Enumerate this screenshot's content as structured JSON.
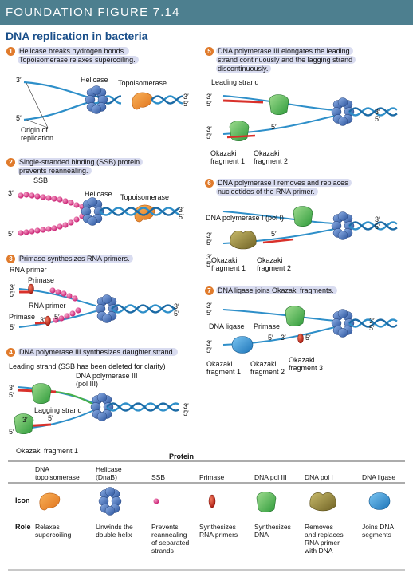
{
  "header": {
    "banner": "FOUNDATION FIGURE 7.14",
    "title": "DNA replication in bacteria"
  },
  "steps": [
    {
      "num": "1",
      "lines": [
        "Helicase breaks hydrogen bonds.",
        "Topoisomerase relaxes supercoiling."
      ]
    },
    {
      "num": "2",
      "lines": [
        "Single-stranded binding (SSB) protein",
        "prevents reannealing."
      ]
    },
    {
      "num": "3",
      "lines": [
        "Primase synthesizes RNA primers."
      ]
    },
    {
      "num": "4",
      "lines": [
        "DNA polymerase III synthesizes daughter strand."
      ]
    },
    {
      "num": "5",
      "lines": [
        "DNA polymerase III elongates the leading",
        "strand continuously and the lagging strand",
        "discontinuously."
      ]
    },
    {
      "num": "6",
      "lines": [
        "DNA polymerase I removes and replaces",
        "nucleotides of the RNA primer."
      ]
    },
    {
      "num": "7",
      "lines": [
        "DNA ligase joins Okazaki fragments."
      ]
    }
  ],
  "labels": {
    "p1_3prime_top": "3′",
    "p1_5prime_bottom": "5′",
    "p1_helicase": "Helicase",
    "p1_topo": "Topoisomerase",
    "p1_right_3": "3′",
    "p1_right_5": "5′",
    "p1_origin": "Origin of\nreplication",
    "p2_ssb": "SSB",
    "p2_3prime": "3′",
    "p2_5prime": "5′",
    "p2_helicase": "Helicase",
    "p2_topo": "Topoisomerase",
    "p2_right_3": "3′",
    "p2_right_5": "5′",
    "p3_rna_primer_top": "RNA primer",
    "p3_primase_top": "Primase",
    "p3_3": "3′",
    "p3_5": "5′",
    "p3_rna_primer_bottom": "RNA primer",
    "p3_primase_bottom": "Primase",
    "p3_b3": "3′",
    "p3_b5": "5′",
    "p3_left5": "5′",
    "p3_right_3": "3′",
    "p3_right_5": "5′",
    "p4_leading": "Leading strand (SSB has been deleted for clarity)",
    "p4_pol3": "DNA polymerase III\n(pol III)",
    "p4_3": "3′",
    "p4_5": "5′",
    "p4_lagging": "Lagging strand",
    "p4_b5": "5′",
    "p4_b3": "3′",
    "p4_left5": "5′",
    "p4_right_3": "3′",
    "p4_right_5": "5′",
    "p4_okazaki": "Okazaki fragment 1",
    "p5_leading": "Leading strand",
    "p5_3": "3′",
    "p5_5": "5′",
    "p5_b3": "3′",
    "p5_b5": "5′",
    "p5_mid5": "5′",
    "p5_right_3": "3′",
    "p5_right_5": "5′",
    "p5_ok1": "Okazaki\nfragment 1",
    "p5_ok2": "Okazaki\nfragment 2",
    "p6_pol1": "DNA polymerase I (pol I)",
    "p6_3": "3′",
    "p6_5": "5′",
    "p6_b3": "3′",
    "p6_b5": "5′",
    "p6_mid5": "5′",
    "p6_right_3": "3′",
    "p6_right_5": "5′",
    "p6_ok1": "Okazaki\nfragment 1",
    "p6_ok2": "Okazaki\nfragment 2",
    "p7_3": "3′",
    "p7_5": "5′",
    "p7_ligase": "DNA ligase",
    "p7_primase": "Primase",
    "p7_b3": "3′",
    "p7_b5": "5′",
    "p7_mid5": "5′",
    "p7_mid3": "3′",
    "p7_mid5b": "5′",
    "p7_right_3": "3′",
    "p7_right_5": "5′",
    "p7_ok1": "Okazaki\nfragment 1",
    "p7_ok2": "Okazaki\nfragment 2",
    "p7_ok3": "Okazaki\nfragment 3"
  },
  "table": {
    "title": "Protein",
    "columns": [
      "DNA\ntopoisomerase",
      "Helicase\n(DnaB)",
      "SSB",
      "Primase",
      "DNA pol III",
      "DNA pol I",
      "DNA ligase"
    ],
    "row_icon": "Icon",
    "row_role": "Role",
    "roles": [
      "Relaxes\nsupercoiling",
      "Unwinds the\ndouble helix",
      "Prevents\nreannealing\nof separated\nstrands",
      "Synthesizes\nRNA primers",
      "Synthesizes\nDNA",
      "Removes\nand replaces\nRNA primer\nwith DNA",
      "Joins DNA\nsegments"
    ],
    "icons": [
      "topoisomerase-icon",
      "helicase-icon",
      "ssb-icon",
      "primase-icon",
      "dna-pol-iii-icon",
      "dna-pol-i-icon",
      "dna-ligase-icon"
    ]
  },
  "colors": {
    "banner": "#4d7f8f",
    "title": "#1a4f8a",
    "dna": "#2e8fc9",
    "rna": "#d9312b",
    "topo": "#f08a2a",
    "helicase": "#3a67b5",
    "ssb": "#d6287d",
    "pol3": "#49b04a",
    "pol1": "#8a7d34",
    "ligase": "#2a8fd0"
  }
}
